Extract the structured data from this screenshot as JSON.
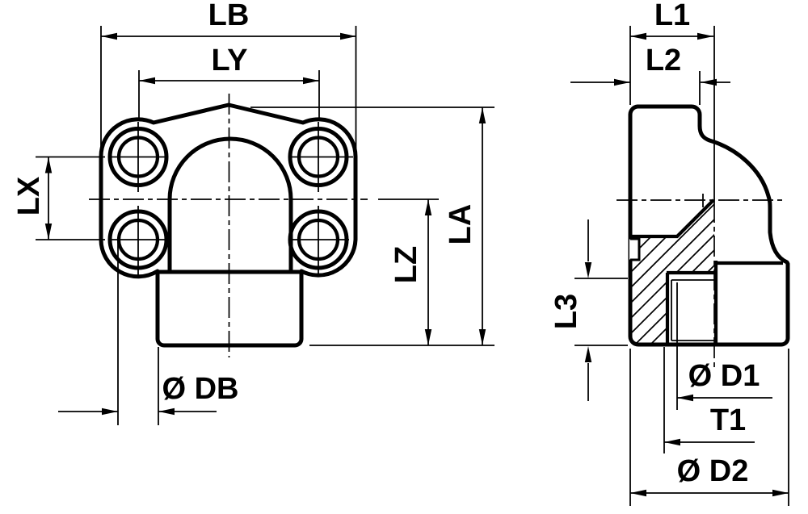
{
  "drawing": {
    "description": "Technical drawing of a 4-bolt flange elbow fitting, two orthographic views",
    "colors": {
      "line": "#000000",
      "background": "#ffffff"
    },
    "front_view": {
      "dims": {
        "lb": "LB",
        "ly": "LY",
        "lx": "LX",
        "lz": "LZ",
        "la": "LA",
        "db": "Ø DB"
      }
    },
    "side_view": {
      "dims": {
        "l1": "L1",
        "l2": "L2",
        "l3": "L3",
        "d1": "Ø D1",
        "t1": "T1",
        "d2": "Ø D2"
      }
    }
  }
}
